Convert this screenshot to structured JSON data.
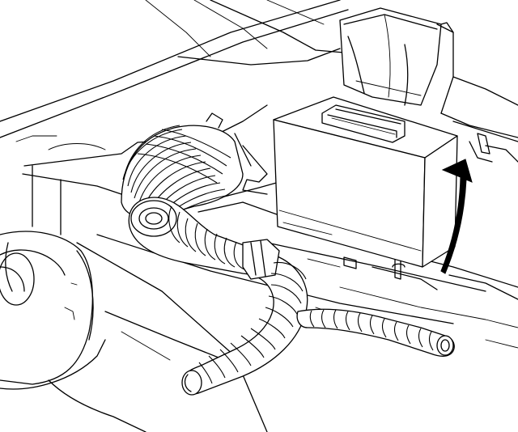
{
  "diagram": {
    "style": "black line-art technical illustration",
    "colors": {
      "stroke": "#000000",
      "background": "#ffffff"
    },
    "parts": [
      {
        "id": "trunk-floor-panel"
      },
      {
        "id": "spare-tire-well"
      },
      {
        "id": "rear-seat-back"
      },
      {
        "id": "electronic-module-box"
      },
      {
        "id": "vent-grille"
      },
      {
        "id": "removal-arrow"
      },
      {
        "id": "large-corrugated-duct"
      },
      {
        "id": "flex-duct-hose"
      },
      {
        "id": "small-taped-hose"
      }
    ]
  }
}
